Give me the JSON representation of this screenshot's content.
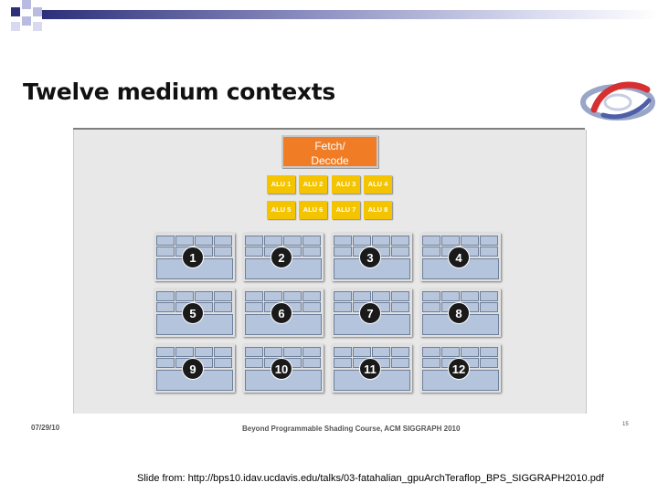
{
  "slide": {
    "title": "Twelve medium contexts",
    "footer_date": "07/29/10",
    "footer_course": "Beyond Programmable Shading Course, ACM SIGGRAPH 2010",
    "footer_page": "15",
    "source": "Slide from:  http://bps10.idav.ucdavis.edu/talks/03-fatahalian_gpuArchTeraflop_BPS_SIGGRAPH2010.pdf"
  },
  "diagram": {
    "fetch_line1": "Fetch/",
    "fetch_line2": "Decode",
    "alus": [
      "ALU 1",
      "ALU 2",
      "ALU 3",
      "ALU 4",
      "ALU 5",
      "ALU 6",
      "ALU 7",
      "ALU 8"
    ],
    "contexts": [
      "1",
      "2",
      "3",
      "4",
      "5",
      "6",
      "7",
      "8",
      "9",
      "10",
      "11",
      "12"
    ]
  },
  "colors": {
    "fetch": "#f07d26",
    "alu": "#f5c400",
    "context_cell": "#b7c6dc",
    "header_bar": "#2d2f7a"
  }
}
